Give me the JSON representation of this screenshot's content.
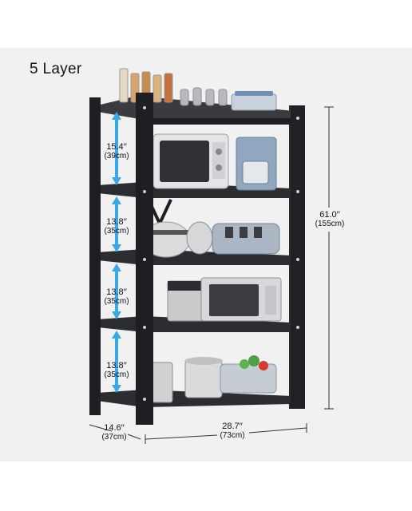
{
  "heading": "5 Layer",
  "dimensions": {
    "height": {
      "in": "61.0′′",
      "cm": "(155cm)"
    },
    "width": {
      "in": "28.7′′",
      "cm": "(73cm)"
    },
    "depth": {
      "in": "14.6′′",
      "cm": "(37cm)"
    },
    "gaps": [
      {
        "in": "15.4′′",
        "cm": "(39cm)"
      },
      {
        "in": "13.8′′",
        "cm": "(35cm)"
      },
      {
        "in": "13.8′′",
        "cm": "(35cm)"
      },
      {
        "in": "13.8′′",
        "cm": "(35cm)"
      }
    ]
  },
  "colors": {
    "frame": "#1e1f22",
    "shelf": "#2c2d30",
    "arrow": "#39a9e6",
    "background": "#f1f1f1"
  }
}
